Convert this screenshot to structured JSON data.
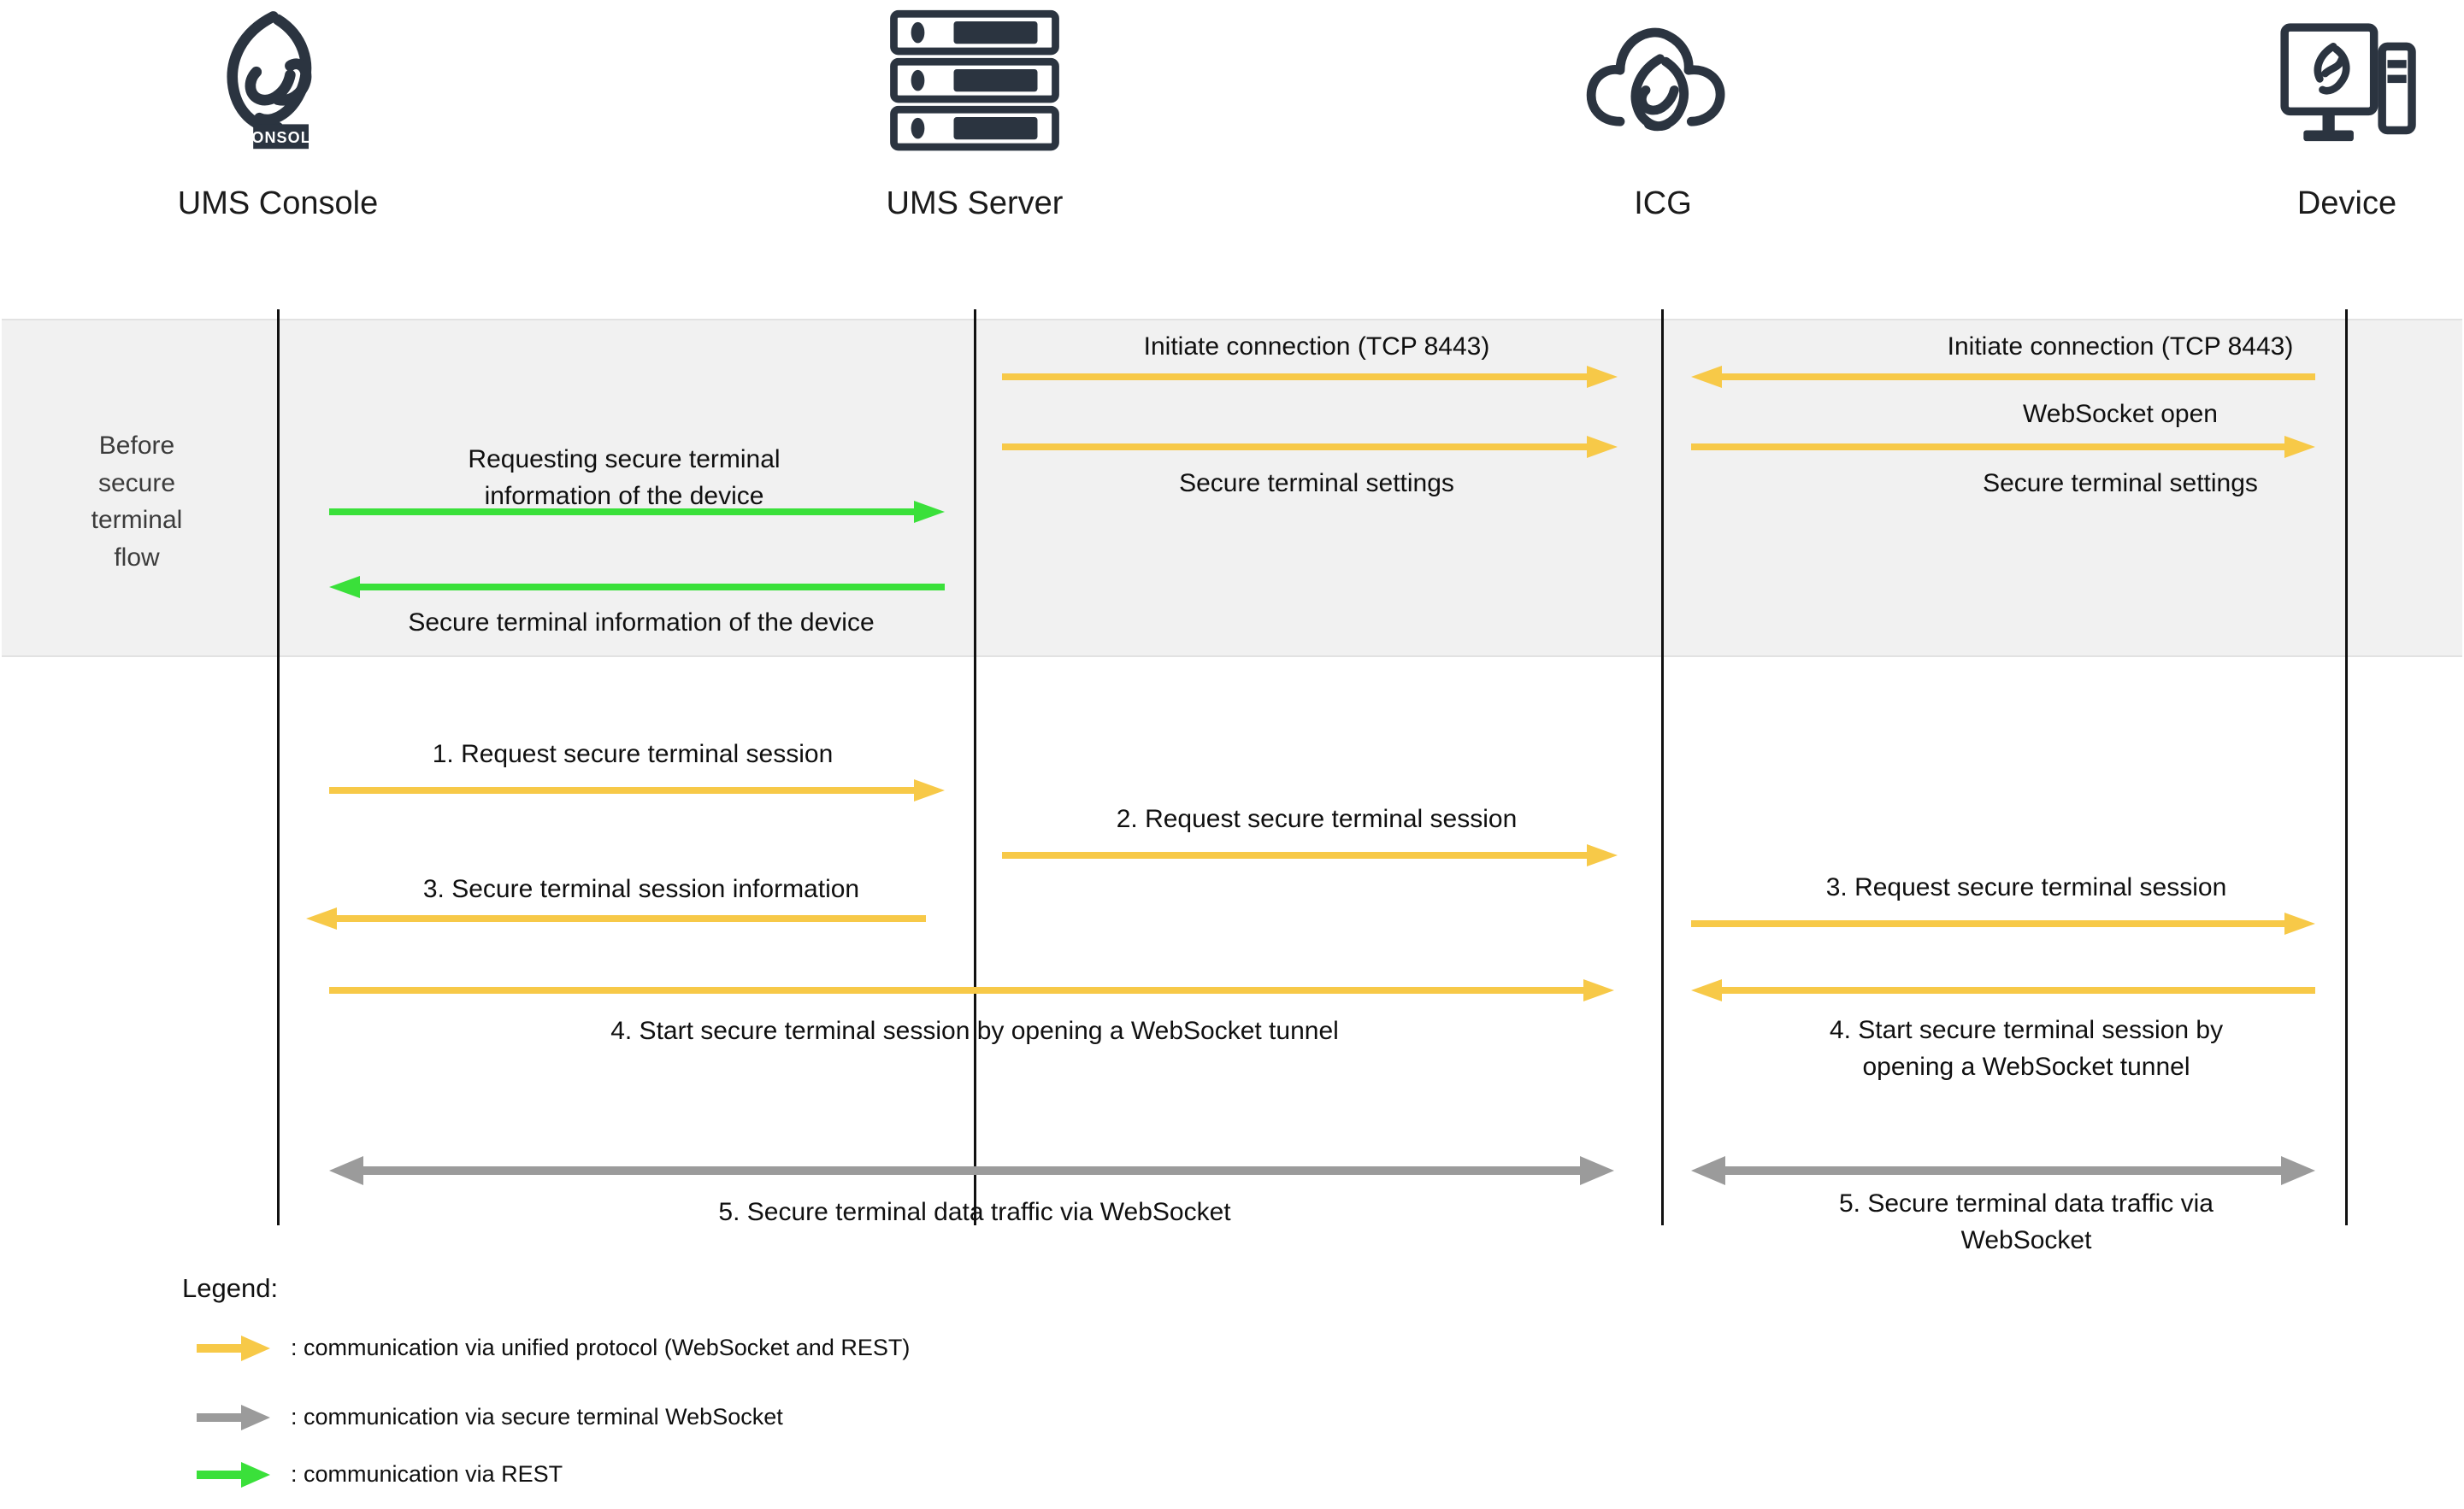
{
  "diagram": {
    "title": "Secure terminal sequence diagram",
    "colors": {
      "unified_protocol": "#f7c948",
      "secure_terminal_websocket": "#9b9b9b",
      "rest": "#3ae03a",
      "icon": "#2b3440",
      "band_background": "#f1f1f1",
      "lifeline": "#111111"
    }
  },
  "actors": [
    {
      "id": "ums-console",
      "label": "UMS Console",
      "icon": "ums-console-logo-icon"
    },
    {
      "id": "ums-server",
      "label": "UMS Server",
      "icon": "server-rack-icon"
    },
    {
      "id": "icg",
      "label": "ICG",
      "icon": "cloud-gateway-icon"
    },
    {
      "id": "device",
      "label": "Device",
      "icon": "monitor-device-icon"
    }
  ],
  "band": {
    "label": "Before\nsecure\nterminal\nflow"
  },
  "messages": [
    {
      "id": "initiate-connection-server-icg",
      "text": "Initiate connection (TCP 8443)",
      "from": "ums-server",
      "to": "icg",
      "direction": "right",
      "style": "unified"
    },
    {
      "id": "secure-terminal-settings-server-icg",
      "text": "Secure terminal settings",
      "from": "ums-server",
      "to": "icg",
      "direction": "right",
      "style": "unified"
    },
    {
      "id": "initiate-connection-device-icg",
      "text": "Initiate connection (TCP 8443)",
      "from": "device",
      "to": "icg",
      "direction": "left",
      "style": "unified"
    },
    {
      "id": "websocket-open",
      "text": "WebSocket open",
      "from": "icg",
      "to": "device",
      "direction": "right",
      "style": "unified"
    },
    {
      "id": "secure-terminal-settings-icg-device",
      "text": "Secure terminal settings",
      "from": "icg",
      "to": "device",
      "direction": "right",
      "style": "unified"
    },
    {
      "id": "requesting-secure-terminal-information",
      "text": "Requesting secure terminal\ninformation of the device",
      "from": "ums-console",
      "to": "ums-server",
      "direction": "right",
      "style": "rest"
    },
    {
      "id": "secure-terminal-information-of-the-device",
      "text": "Secure terminal information of the device",
      "from": "ums-server",
      "to": "ums-console",
      "direction": "left",
      "style": "rest"
    },
    {
      "id": "step-1-request-secure-terminal-session",
      "text": "1.   Request secure terminal session",
      "from": "ums-console",
      "to": "ums-server",
      "direction": "right",
      "style": "unified"
    },
    {
      "id": "step-2-request-secure-terminal-session",
      "text": "2.   Request secure terminal session",
      "from": "ums-server",
      "to": "icg",
      "direction": "right",
      "style": "unified"
    },
    {
      "id": "step-3-secure-terminal-session-information",
      "text": "3.   Secure terminal session information",
      "from": "ums-server",
      "to": "ums-console",
      "direction": "left",
      "style": "unified"
    },
    {
      "id": "step-3-request-secure-terminal-session-icg-device",
      "text": "3.   Request secure terminal session",
      "from": "icg",
      "to": "device",
      "direction": "right",
      "style": "unified"
    },
    {
      "id": "step-4-start-secure-terminal-session-console-icg",
      "text": "4.   Start secure terminal session by opening a WebSocket tunnel",
      "from": "ums-console",
      "to": "icg",
      "direction": "right",
      "style": "unified"
    },
    {
      "id": "step-4-start-secure-terminal-session-device-icg",
      "text": "4.   Start secure terminal session by\nopening a WebSocket tunnel",
      "from": "device",
      "to": "icg",
      "direction": "left",
      "style": "unified"
    },
    {
      "id": "step-5-secure-terminal-data-traffic-console-icg",
      "text": "5.   Secure terminal data traffic via WebSocket",
      "from": "ums-console",
      "to": "icg",
      "direction": "both",
      "style": "secure-ws"
    },
    {
      "id": "step-5-secure-terminal-data-traffic-icg-device",
      "text": "5.   Secure terminal data traffic via\nWebSocket",
      "from": "icg",
      "to": "device",
      "direction": "both",
      "style": "secure-ws"
    }
  ],
  "legend": {
    "title": "Legend:",
    "items": [
      {
        "id": "legend-unified",
        "swatch": "arrow-right-yellow-icon",
        "text": ": communication via unified protocol (WebSocket and REST)"
      },
      {
        "id": "legend-secure-ws",
        "swatch": "arrow-right-gray-icon",
        "text": ": communication via secure terminal WebSocket"
      },
      {
        "id": "legend-rest",
        "swatch": "arrow-right-green-icon",
        "text": ": communication via REST"
      }
    ]
  }
}
